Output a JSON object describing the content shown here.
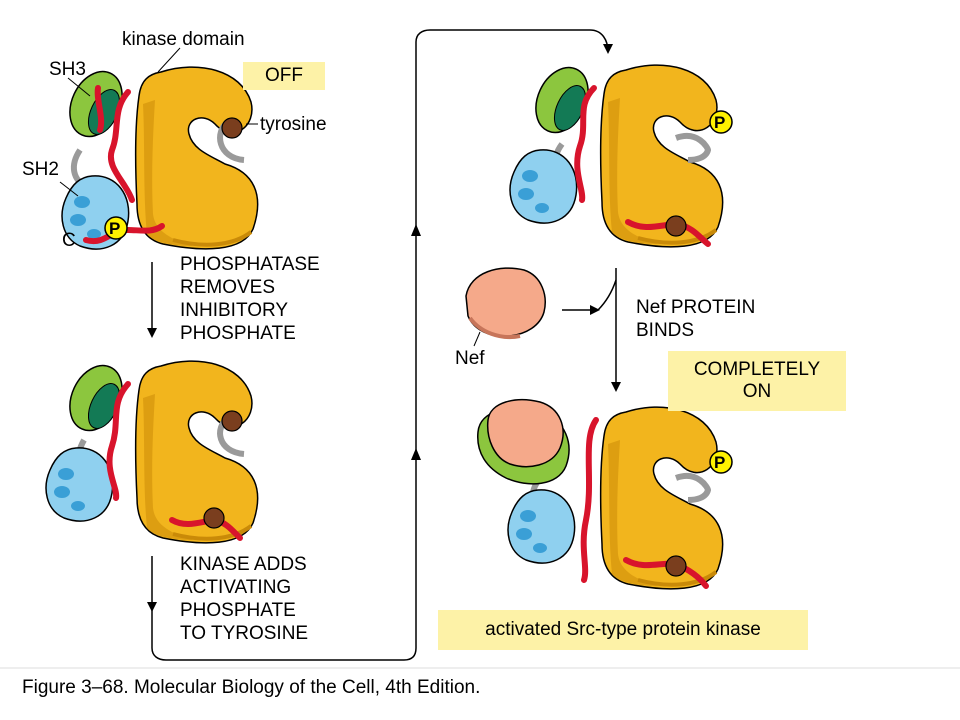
{
  "labels": {
    "kinase_domain": "kinase domain",
    "sh3": "SH3",
    "sh2": "SH2",
    "tyrosine": "tyrosine",
    "c_terminus": "C",
    "nef": "Nef",
    "phospho": "P"
  },
  "state_boxes": {
    "off": "OFF",
    "completely_on": [
      "COMPLETELY",
      "ON"
    ],
    "activated": "activated Src-type protein kinase"
  },
  "steps": {
    "phosphatase": [
      "PHOSPHATASE",
      "REMOVES",
      "INHIBITORY",
      "PHOSPHATE"
    ],
    "kinase_adds": [
      "KINASE ADDS",
      "ACTIVATING",
      "PHOSPHATE",
      "TO TYROSINE"
    ],
    "nef_binds": [
      "Nef PROTEIN",
      "BINDS"
    ]
  },
  "caption": "Figure 3–68. Molecular Biology of the Cell, 4th Edition.",
  "colors": {
    "kinase": "#f2b51d",
    "kinase_dark": "#d99a0f",
    "sh3_outer": "#8cc63e",
    "sh3_inner": "#137a55",
    "sh2": "#8fd0ef",
    "sh2_hole": "#3a9fd6",
    "linker": "#d8142c",
    "phosphate": "#fff200",
    "tyrosine": "#7a3e1e",
    "nef": "#f5a98a",
    "hinge": "#9a9a9a",
    "highlight": "#fdf2a7"
  }
}
